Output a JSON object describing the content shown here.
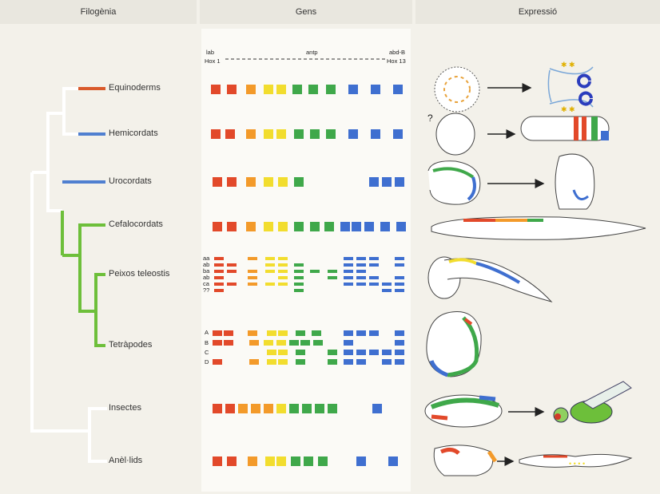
{
  "headers": {
    "filogenia": "Filogènia",
    "gens": "Gens",
    "expressio": "Expressió"
  },
  "gene_labels": {
    "lab": "lab",
    "hox1": "Hox 1",
    "antp": "antp",
    "abdb": "abd-B",
    "hox13": "Hox 13"
  },
  "taxa": [
    {
      "key": "equinoderms",
      "label": "Equinoderms",
      "color": "#d95a2b"
    },
    {
      "key": "hemicordats",
      "label": "Hemicordats",
      "color": "#4f7fd0"
    },
    {
      "key": "urocordats",
      "label": "Urocordats",
      "color": "#4f7fd0"
    },
    {
      "key": "cefalocordats",
      "label": "Cefalocordats",
      "color": "#6dbf3a"
    },
    {
      "key": "peixos",
      "label": "Peixos teleostis",
      "color": "#6dbf3a"
    },
    {
      "key": "tetrapodes",
      "label": "Tetràpodes",
      "color": "#6dbf3a"
    },
    {
      "key": "insectes",
      "label": "Insectes",
      "color": "#6dbf3a"
    },
    {
      "key": "anelids",
      "label": "Anèl·lids",
      "color": "#6dbf3a"
    }
  ],
  "cluster_labels": {
    "peixos": [
      "aa",
      "ab",
      "ba",
      "ab",
      "ca",
      "??"
    ],
    "tetrapodes": [
      "A",
      "B",
      "C",
      "D"
    ]
  },
  "colors": {
    "red": "#e2492a",
    "orange": "#f39a2a",
    "yellow": "#f2dd2e",
    "green": "#3fa84a",
    "blue": "#3f6fd0"
  }
}
